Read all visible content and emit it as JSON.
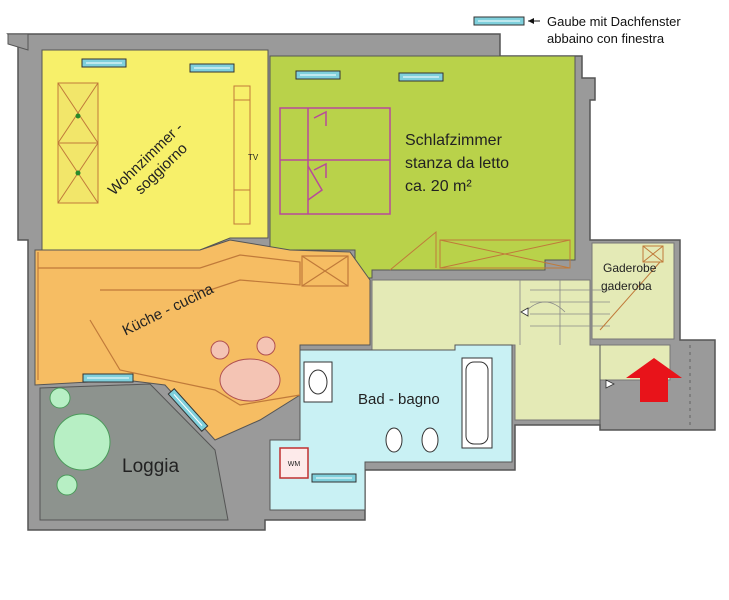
{
  "legend": {
    "line1": "Gaube mit Dachfenster",
    "line2": "abbaino con finestra"
  },
  "rooms": {
    "living": {
      "line1": "Wohnzimmer -",
      "line2": "soggiorno",
      "tv": "TV"
    },
    "bedroom": {
      "line1": "Schlafzimmer",
      "line2": "stanza da letto",
      "line3": "ca. 20 m²"
    },
    "kitchen": {
      "label": "Küche - cucina"
    },
    "bath": {
      "label": "Bad - bagno",
      "wm": "WM"
    },
    "loggia": {
      "label": "Loggia"
    },
    "wardrobe": {
      "line1": "Gaderobe",
      "line2": "gaderoba"
    }
  },
  "colors": {
    "wall": "#9a9a9a",
    "living": "#f7f06a",
    "bedroom": "#b9d24a",
    "kitchen": "#f6bd63",
    "bath": "#c9f1f4",
    "loggia": "#8d938e",
    "hall": "#e4eab6",
    "entrance_arrow": "#e8131a",
    "window_glass": "#7fd0dc",
    "plant": "#b7efc4",
    "table": "#f4c4b4",
    "furniture_line": "#b84a9a",
    "kitchen_line": "#c07a3a"
  }
}
